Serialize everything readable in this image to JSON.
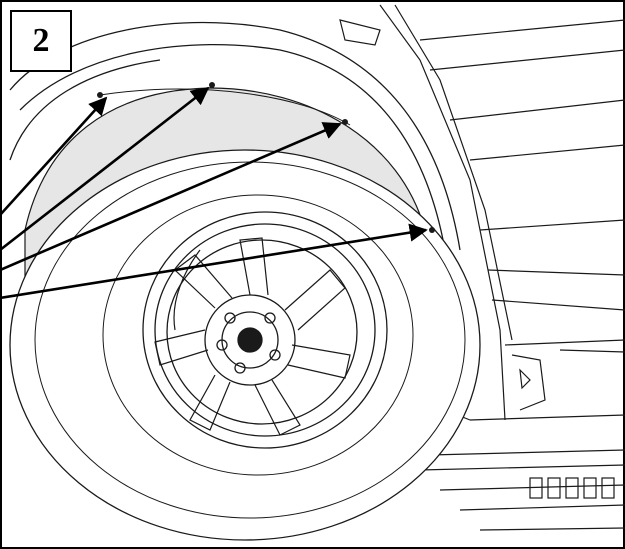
{
  "step": {
    "number": "2"
  },
  "colors": {
    "line": "#1a1a1a",
    "liner_fill": "#e6e6e6",
    "arrow": "#000000",
    "background": "#ffffff"
  },
  "callouts": {
    "count": 4,
    "target": "wheel-liner-fasteners"
  }
}
